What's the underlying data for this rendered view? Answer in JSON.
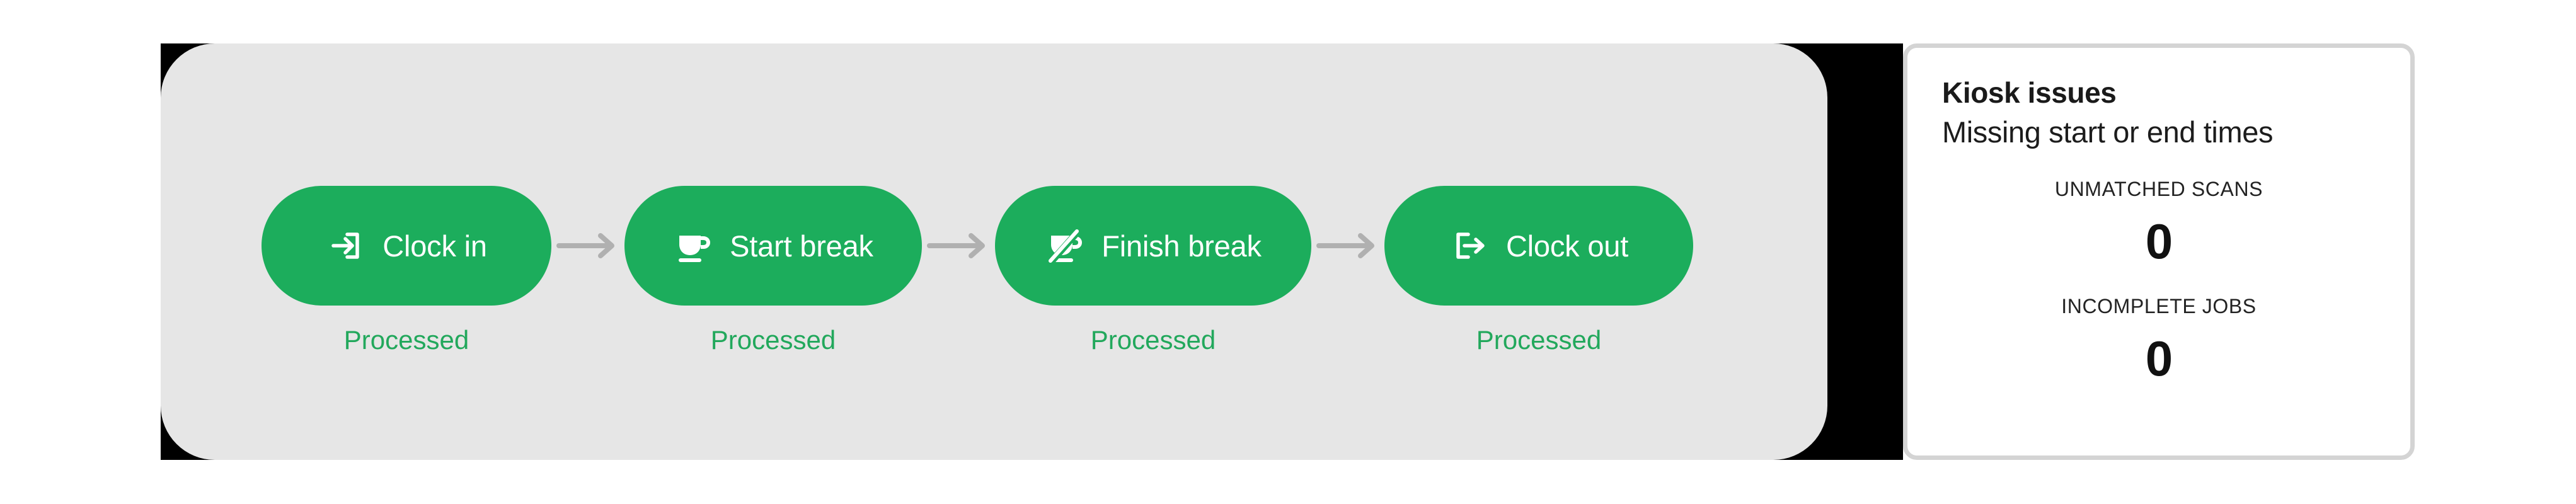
{
  "colors": {
    "pill_green": "#1CAD5C",
    "status_green": "#22A85C",
    "panel_gray": "#e6e6e6",
    "backdrop_black": "#000000",
    "arrow_gray": "#B0B0B0",
    "card_border": "#d4d4d4",
    "card_background": "#ffffff"
  },
  "kiosk_flow": {
    "steps": [
      {
        "label": "Clock in",
        "status": "Processed",
        "icon": "login-arrow-icon"
      },
      {
        "label": "Start break",
        "status": "Processed",
        "icon": "coffee-cup-icon"
      },
      {
        "label": "Finish break",
        "status": "Processed",
        "icon": "coffee-cup-slash-icon"
      },
      {
        "label": "Clock out",
        "status": "Processed",
        "icon": "logout-arrow-icon"
      }
    ],
    "connector_icon": "arrow-right-icon"
  },
  "kiosk_issues": {
    "title": "Kiosk issues",
    "subtitle": "Missing start or end times",
    "stats": [
      {
        "label": "UNMATCHED SCANS",
        "value": "0"
      },
      {
        "label": "INCOMPLETE JOBS",
        "value": "0"
      }
    ]
  }
}
